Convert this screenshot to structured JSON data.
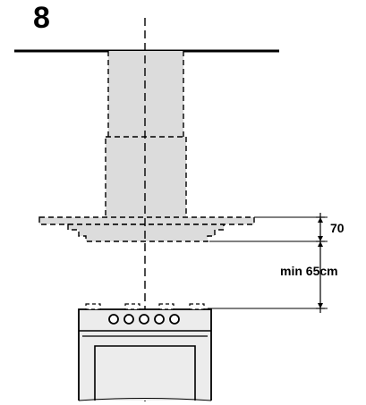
{
  "figure": {
    "step_number": "8",
    "dimension_hood_height": "70",
    "dimension_min_clearance": "min 65cm"
  },
  "colors": {
    "chimney_fill": "#dcdcdc",
    "stove_fill": "#ececec",
    "line": "#000000"
  }
}
